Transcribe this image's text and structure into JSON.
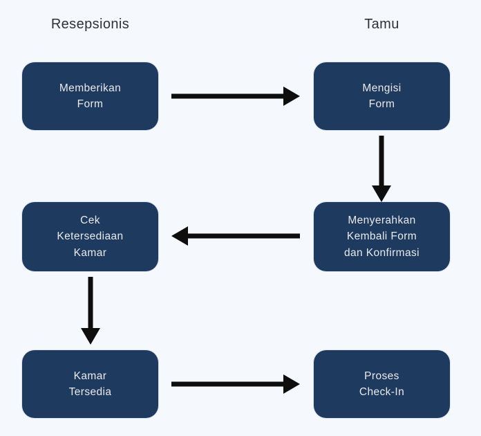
{
  "diagram": {
    "type": "flowchart",
    "colors": {
      "background": "#f5f8fc",
      "node_fill": "#1e3a5e",
      "node_text": "#e8eaee",
      "arrow": "#0e0e0e",
      "header_text": "#313134"
    },
    "lanes": [
      {
        "label": "Resepsionis"
      },
      {
        "label": "Tamu"
      }
    ],
    "nodes": [
      {
        "id": "memberikan-form",
        "lane": "Resepsionis",
        "label": "Memberikan\nForm"
      },
      {
        "id": "mengisi-form",
        "lane": "Tamu",
        "label": "Mengisi\nForm"
      },
      {
        "id": "cek-ketersediaan",
        "lane": "Resepsionis",
        "label": "Cek\nKetersediaan\nKamar"
      },
      {
        "id": "menyerahkan-form",
        "lane": "Tamu",
        "label": "Menyerahkan\nKembali Form\ndan Konfirmasi"
      },
      {
        "id": "kamar-tersedia",
        "lane": "Resepsionis",
        "label": "Kamar\nTersedia"
      },
      {
        "id": "proses-check-in",
        "lane": "Tamu",
        "label": "Proses\nCheck-In"
      }
    ],
    "edges": [
      {
        "from": "memberikan-form",
        "to": "mengisi-form",
        "direction": "right"
      },
      {
        "from": "mengisi-form",
        "to": "menyerahkan-form",
        "direction": "down"
      },
      {
        "from": "menyerahkan-form",
        "to": "cek-ketersediaan",
        "direction": "left"
      },
      {
        "from": "cek-ketersediaan",
        "to": "kamar-tersedia",
        "direction": "down"
      },
      {
        "from": "kamar-tersedia",
        "to": "proses-check-in",
        "direction": "right"
      }
    ]
  }
}
